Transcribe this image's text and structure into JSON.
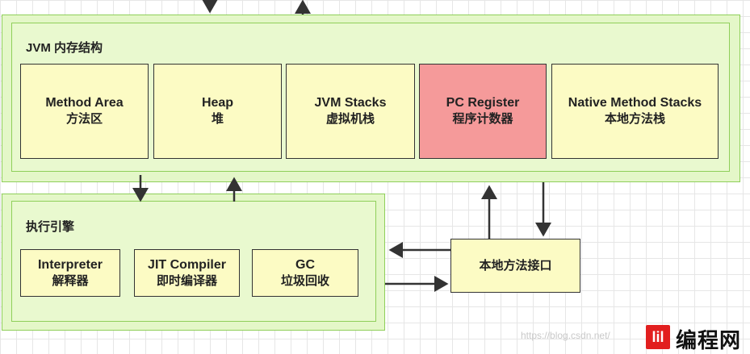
{
  "jvm": {
    "title": "JVM 内存结构",
    "areas": [
      {
        "en": "Method Area",
        "cn": "方法区"
      },
      {
        "en": "Heap",
        "cn": "堆"
      },
      {
        "en": "JVM Stacks",
        "cn": "虚拟机栈"
      },
      {
        "en": "PC Register",
        "cn": "程序计数器"
      },
      {
        "en": "Native Method Stacks",
        "cn": "本地方法栈"
      }
    ]
  },
  "engine": {
    "title": "执行引擎",
    "parts": [
      {
        "en": "Interpreter",
        "cn": "解释器"
      },
      {
        "en": "JIT Compiler",
        "cn": "即时编译器"
      },
      {
        "en": "GC",
        "cn": "垃圾回收"
      }
    ]
  },
  "native_interface": {
    "label": "本地方法接口"
  },
  "watermark": {
    "url": "https://blog.csdn.net/"
  },
  "logo": {
    "mark": "lil",
    "text": "编程网"
  },
  "colors": {
    "pc_register": "#f59a9a",
    "box": "#fcfbc4",
    "container": "#e4f7c8"
  }
}
